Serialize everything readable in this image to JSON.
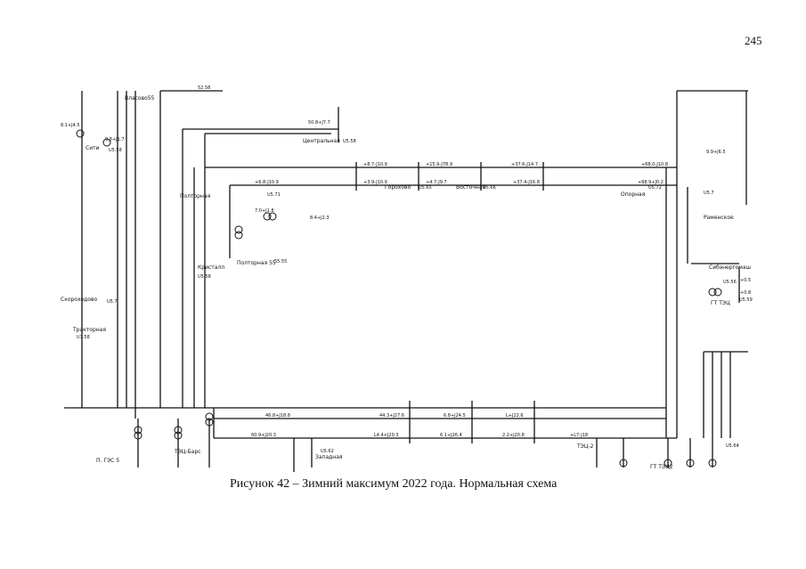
{
  "page_number": "245",
  "caption": "Рисунок 42 – Зимний максимум 2022 года. Нормальная схема",
  "nodes": [
    {
      "id": "centralnaya",
      "label": "Центральная",
      "value": "U5.58"
    },
    {
      "id": "poltornaya",
      "label": "Полторная",
      "value": "U5.71"
    },
    {
      "id": "gorokhovo",
      "label": "Горохово",
      "value": "U5.65"
    },
    {
      "id": "vostochnaya",
      "label": "Восточная",
      "value": "U5.66"
    },
    {
      "id": "opornaya",
      "label": "Опорная",
      "value": "U5.72"
    },
    {
      "id": "ramenskoe",
      "label": "Раменское",
      "value": "U5.7"
    },
    {
      "id": "sibenergomash",
      "label": "Сибэнергомаш",
      "value": "U5.56"
    },
    {
      "id": "gt-tec",
      "label": "ГТ ТЭЦ",
      "value": "U5.59"
    },
    {
      "id": "tecz-2",
      "label": "ТЭЦ-2",
      "value": ""
    },
    {
      "id": "gt-tec2",
      "label": "ГТ ТЭЦ2",
      "value": "U5.64"
    },
    {
      "id": "p-gres-5",
      "label": "П. ГЭС 5",
      "value": ""
    },
    {
      "id": "tes-bars",
      "label": "ТЭЦ-Барс",
      "value": ""
    },
    {
      "id": "kristall",
      "label": "Кристалл",
      "value": "U5.58"
    },
    {
      "id": "skorokhodovo",
      "label": "Скороходово",
      "value": "U5.7"
    },
    {
      "id": "traktornaya",
      "label": "Тракторная",
      "value": "U7.58"
    },
    {
      "id": "zapadnaya",
      "label": "Западная",
      "value": "U5.62"
    },
    {
      "id": "poltornaya55",
      "label": "Полторная 55",
      "value": "55.55"
    },
    {
      "id": "siti",
      "label": "Сити",
      "value": "U5.58"
    },
    {
      "id": "vlasovo",
      "label": "Власово55",
      "value": "52.58"
    }
  ],
  "flows": [
    "50.8+J7.7",
    "+8.7-J10.9",
    "+15.9-J78.9",
    "+37.6-J14.7",
    "+68.0-J10.8",
    "+6.8-J10.9",
    "+3.9-J10.9",
    "+4.7-J9.7",
    "+37.4-J16.8",
    "+68.9+J0.2",
    "8.1+J4.5",
    "9.8+J1.7",
    "46.8+J18.8",
    "44.3+J27.6",
    "6.8+J24.5",
    "L+J22.6",
    "60.9+J20.3",
    "L4.4+J20.3",
    "6.1+J26.4",
    "2.2+J20.8",
    "+L7-J18",
    "9.9+J6.5",
    "+0.8",
    "+0.5",
    "8.4+J2.3",
    "7.0+J1.8"
  ]
}
